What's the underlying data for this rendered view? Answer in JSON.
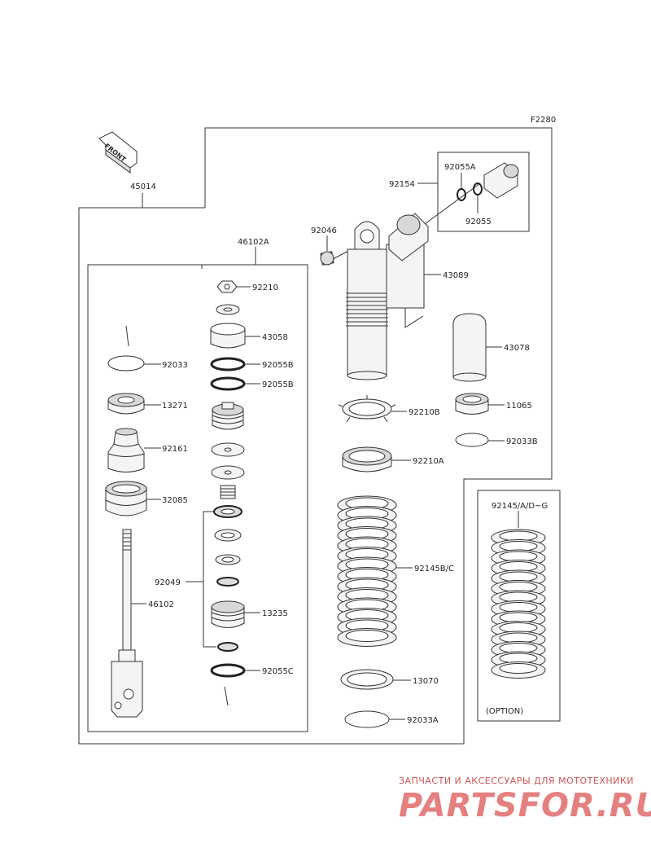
{
  "diagram_code": "F2280",
  "front_label": "FRONT",
  "parts": {
    "p45014": "45014",
    "p46102A": "46102A",
    "p92210": "92210",
    "p43058": "43058",
    "p92055B_1": "92055B",
    "p92055B_2": "92055B",
    "p92033": "92033",
    "p13271": "13271",
    "p92161": "92161",
    "p32085": "32085",
    "p92049": "92049",
    "p46102": "46102",
    "p13235": "13235",
    "p92055C": "92055C",
    "p92154": "92154",
    "p92055A": "92055A",
    "p92055": "92055",
    "p92046": "92046",
    "p43089": "43089",
    "p43078": "43078",
    "p92210B": "92210B",
    "p11065": "11065",
    "p92033B": "92033B",
    "p92210A": "92210A",
    "p92145BC": "92145B/C",
    "p13070": "13070",
    "p92033A": "92033A",
    "p92145ADG": "92145/A/D~G",
    "option": "(OPTION)"
  },
  "watermark": {
    "line1": "ЗАПЧАСТИ И АКСЕССУАРЫ ДЛЯ МОТОТЕХНИКИ",
    "line2": "PARTSFOR.RU",
    "color": "#e06a6a"
  }
}
